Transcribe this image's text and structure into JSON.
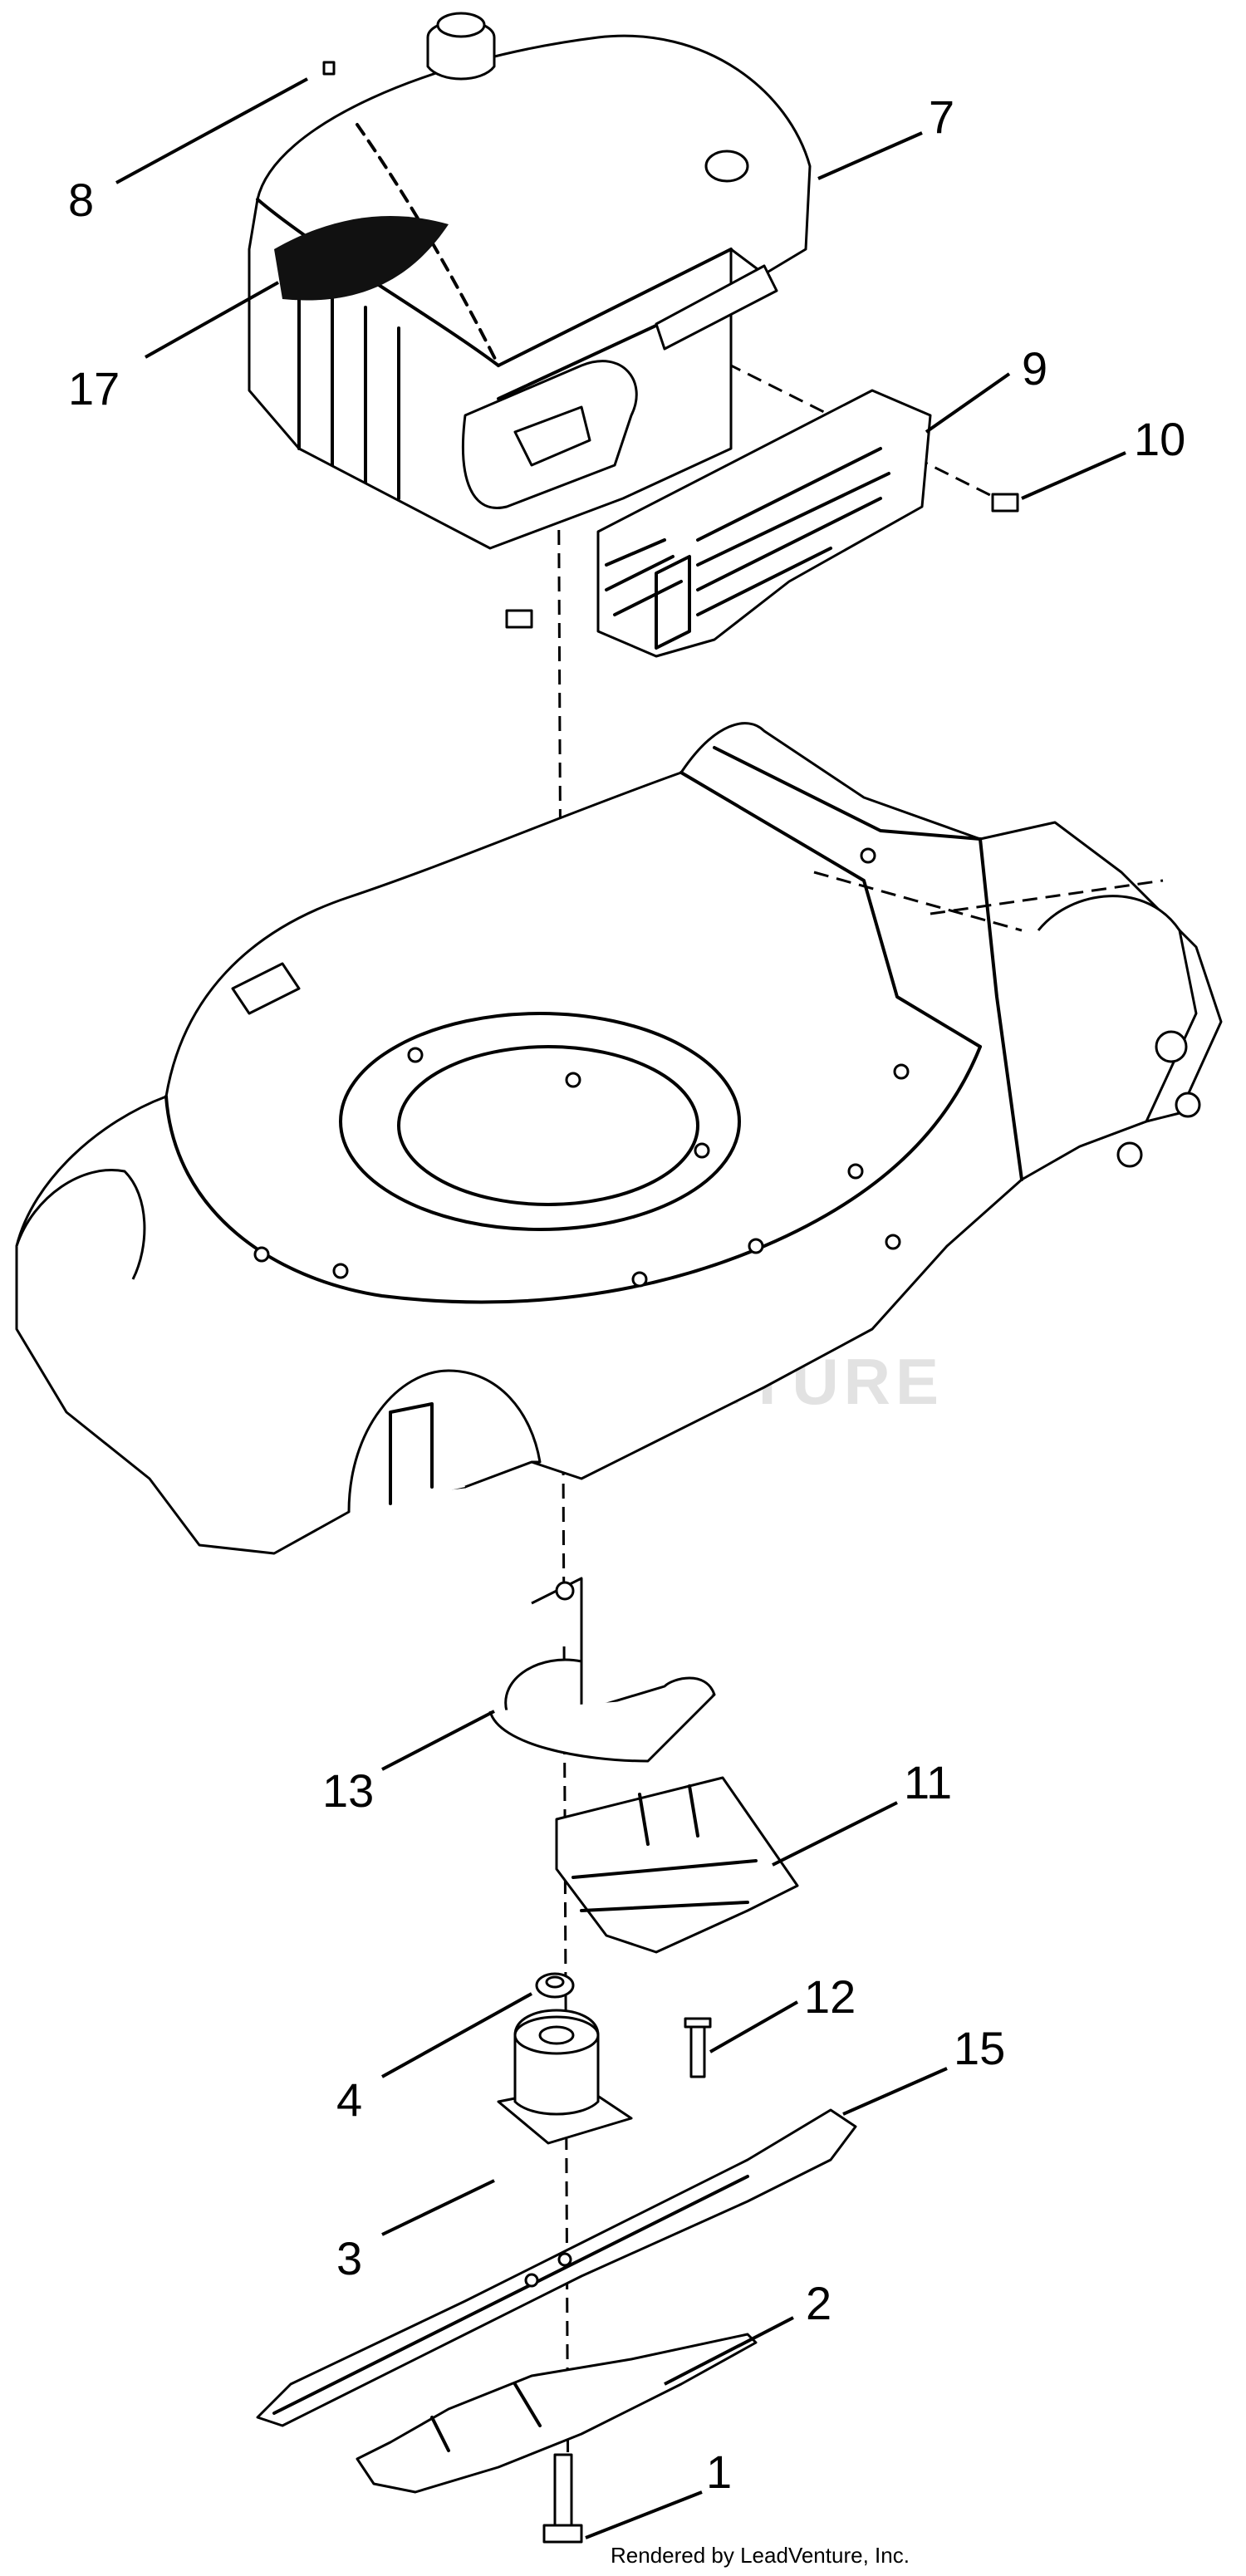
{
  "diagram": {
    "callouts": [
      {
        "id": "8",
        "label": "8"
      },
      {
        "id": "7",
        "label": "7"
      },
      {
        "id": "17",
        "label": "17"
      },
      {
        "id": "9",
        "label": "9"
      },
      {
        "id": "10",
        "label": "10"
      },
      {
        "id": "13",
        "label": "13"
      },
      {
        "id": "11",
        "label": "11"
      },
      {
        "id": "12",
        "label": "12"
      },
      {
        "id": "15",
        "label": "15"
      },
      {
        "id": "4",
        "label": "4"
      },
      {
        "id": "3",
        "label": "3"
      },
      {
        "id": "2",
        "label": "2"
      },
      {
        "id": "1",
        "label": "1"
      }
    ],
    "watermark": "LEADVENTURE",
    "credit": "Rendered by LeadVenture, Inc."
  }
}
